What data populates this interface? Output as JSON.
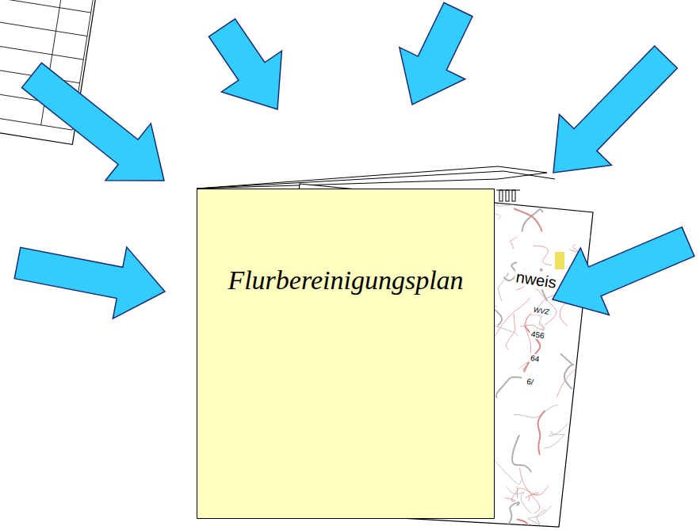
{
  "diagram": {
    "nodes": [
      {
        "text": [
          "Flurbereinigungsplan"
        ]
      }
    ],
    "labels": [
      "nweis",
      "WVZ",
      "456",
      "64",
      "6/"
    ]
  }
}
